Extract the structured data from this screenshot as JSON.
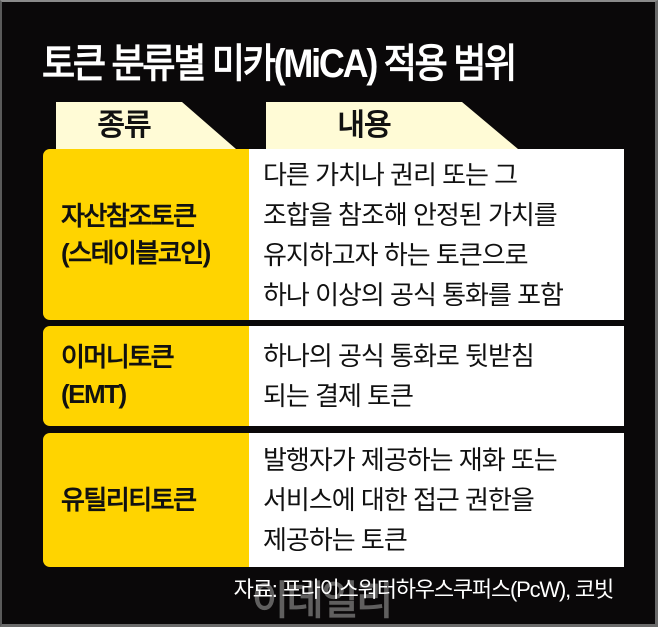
{
  "title": "토큰 분류별 미카(MiCA) 적용 범위",
  "header": {
    "type_label": "종류",
    "content_label": "내용"
  },
  "colors": {
    "background": "#0a0809",
    "type_cell": "#ffd400",
    "header_tab": "#fffbd6",
    "content_cell": "#ffffff",
    "text": "#111111",
    "title_text": "#ffffff"
  },
  "rows": [
    {
      "type_lines": [
        "자산참조토큰",
        "(스테이블코인)"
      ],
      "content_lines": [
        "다른 가치나 권리 또는 그",
        "조합을 참조해 안정된 가치를",
        "유지하고자 하는 토큰으로",
        "하나 이상의 공식 통화를 포함"
      ]
    },
    {
      "type_lines": [
        "이머니토큰",
        "(EMT)"
      ],
      "content_lines": [
        "하나의 공식 통화로 뒷받침",
        "되는 결제 토큰"
      ]
    },
    {
      "type_lines": [
        "유틸리티토큰"
      ],
      "content_lines": [
        "발행자가 제공하는 재화 또는",
        "서비스에 대한 접근 권한을",
        "제공하는 토큰"
      ]
    }
  ],
  "footer": {
    "source": "자료: 프라이스워터하우스쿠퍼스(PcW), 코빗",
    "watermark": "이데일리"
  }
}
